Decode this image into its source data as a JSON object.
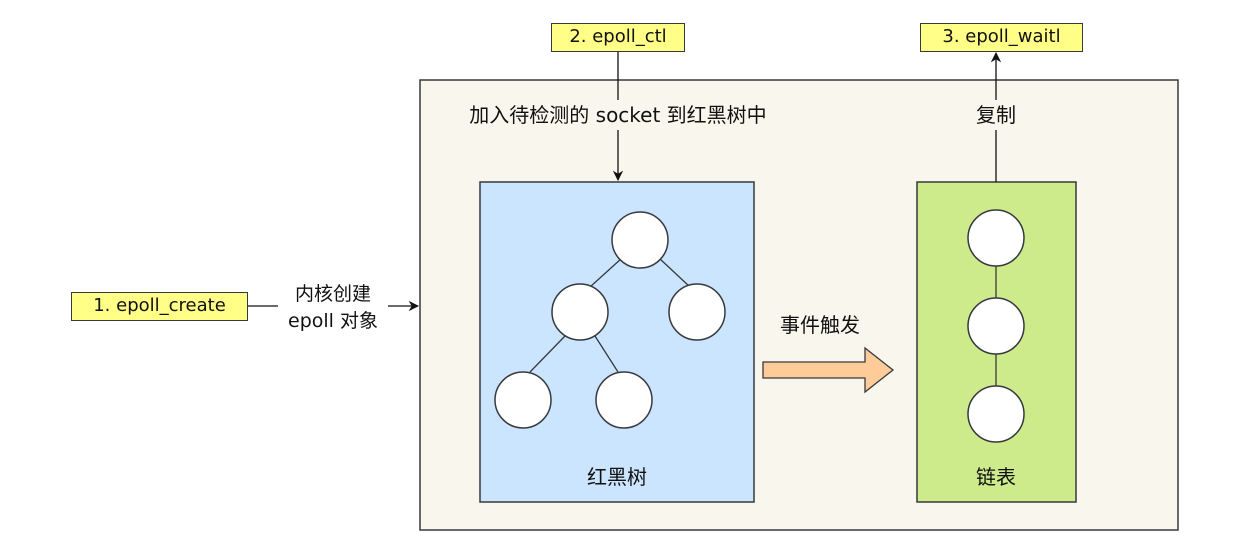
{
  "colors": {
    "outer_fill": "#f9f7ed",
    "outer_stroke": "#36393d",
    "tree_fill": "#cce5ff",
    "tree_stroke": "#36393d",
    "list_fill": "#cdeb8b",
    "list_stroke": "#36393d",
    "tag_fill": "#ffff88",
    "node_fill": "#ffffff",
    "arrow_fill": "#ffcc99",
    "arrow_stroke": "#36393d"
  },
  "steps": {
    "create": "1. epoll_create",
    "ctl": "2. epoll_ctl",
    "wait": "3. epoll_waitl"
  },
  "labels": {
    "kernel_create_line1": "内核创建",
    "kernel_create_line2": "epoll 对象",
    "add_socket": "加入待检测的 socket 到红黑树中",
    "copy": "复制",
    "event_trigger": "事件触发",
    "rb_tree": "红黑树",
    "linked_list": "链表"
  }
}
